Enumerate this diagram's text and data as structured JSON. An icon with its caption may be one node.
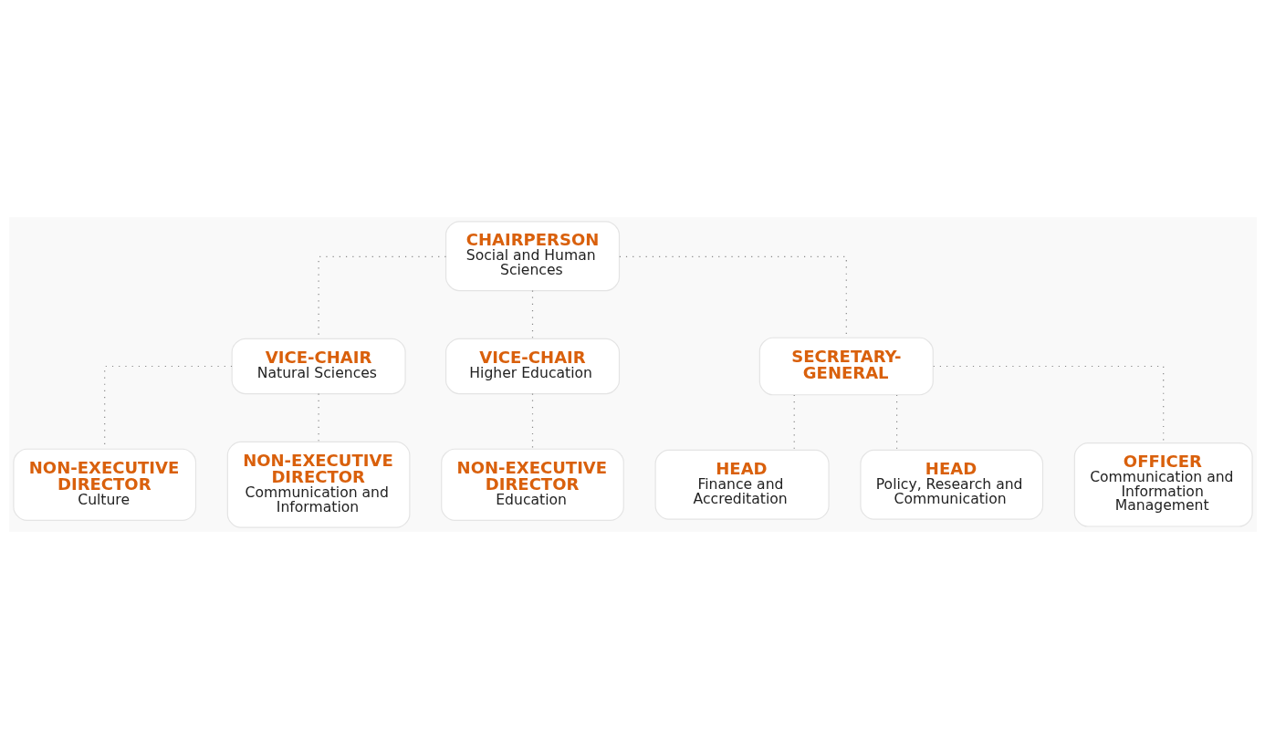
{
  "diagram": {
    "nodes": [
      {
        "text": [
          "CHAIRPERSON",
          "Social and Human Sciences"
        ]
      },
      {
        "text": [
          "VICE-CHAIR",
          "Natural Sciences"
        ]
      },
      {
        "text": [
          "VICE-CHAIR",
          "Higher Education"
        ]
      },
      {
        "text": [
          "SECRETARY-GENERAL"
        ]
      },
      {
        "text": [
          "NON-EXECUTIVE DIRECTOR",
          "Culture"
        ]
      },
      {
        "text": [
          "NON-EXECUTIVE DIRECTOR",
          "Communication and Information"
        ]
      },
      {
        "text": [
          "NON-EXECUTIVE DIRECTOR",
          "Education"
        ]
      },
      {
        "text": [
          "HEAD",
          "Finance and Accreditation"
        ]
      },
      {
        "text": [
          "HEAD",
          "Policy, Research and Communication"
        ]
      },
      {
        "text": [
          "OFFICER",
          "Communication and Information Management"
        ]
      }
    ],
    "edges": [
      {
        "from": 0,
        "to": 1,
        "arrow": "none"
      },
      {
        "from": 0,
        "to": 2,
        "arrow": "none"
      },
      {
        "from": 0,
        "to": 3,
        "arrow": "none"
      },
      {
        "from": 1,
        "to": 4,
        "arrow": "none"
      },
      {
        "from": 1,
        "to": 5,
        "arrow": "none"
      },
      {
        "from": 2,
        "to": 6,
        "arrow": "none"
      },
      {
        "from": 3,
        "to": 7,
        "arrow": "none"
      },
      {
        "from": 3,
        "to": 8,
        "arrow": "none"
      },
      {
        "from": 3,
        "to": 9,
        "arrow": "none"
      }
    ]
  }
}
